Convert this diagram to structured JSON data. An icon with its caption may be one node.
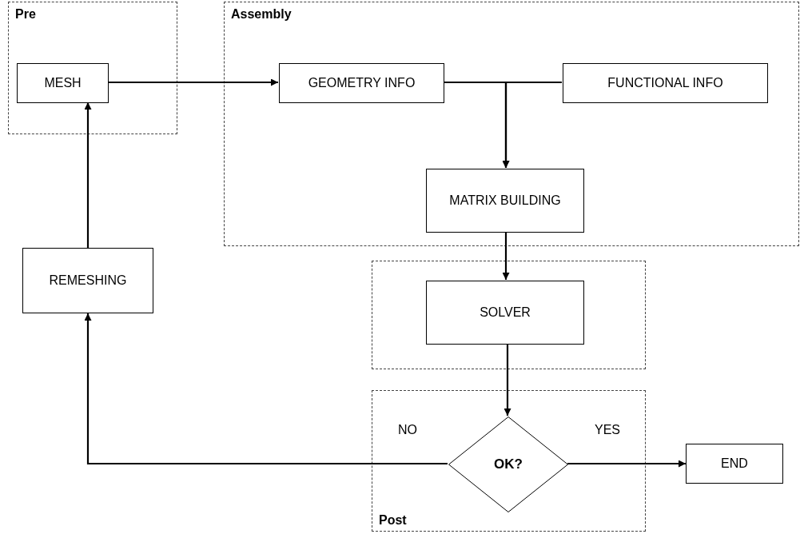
{
  "diagram": {
    "nodes": [
      {
        "text": [
          "Pre"
        ]
      },
      {
        "text": [
          "MESH"
        ],
        "in": 0
      },
      {
        "text": [
          "Assembly"
        ]
      },
      {
        "text": [
          "GEOMETRY INFO"
        ],
        "in": 2
      },
      {
        "text": [
          "FUNCTIONAL INFO"
        ],
        "in": 2
      },
      {
        "text": [
          "MATRIX BUILDING"
        ],
        "in": 2
      },
      {
        "text": [],
        "shape": "box"
      },
      {
        "text": [
          "SOLVER"
        ],
        "in": 6
      },
      {
        "text": [
          "Post"
        ]
      },
      {
        "text": [
          "OK?"
        ],
        "in": 8
      },
      {
        "text": [
          "END"
        ]
      },
      {
        "text": [
          "REMESHING"
        ]
      }
    ],
    "edges": [
      {
        "from": 1,
        "to": 3,
        "arrow": "to"
      },
      {
        "from": 3,
        "to": 5,
        "arrow": "to"
      },
      {
        "from": 4,
        "to": 5,
        "arrow": "to"
      },
      {
        "from": 5,
        "to": 7,
        "arrow": "to"
      },
      {
        "from": 7,
        "to": 9,
        "arrow": "to"
      },
      {
        "from": 9,
        "to": 10,
        "arrow": "to",
        "label": "YES"
      },
      {
        "from": 9,
        "to": 11,
        "arrow": "to",
        "label": "NO"
      },
      {
        "from": 11,
        "to": 1,
        "arrow": "to"
      }
    ]
  }
}
